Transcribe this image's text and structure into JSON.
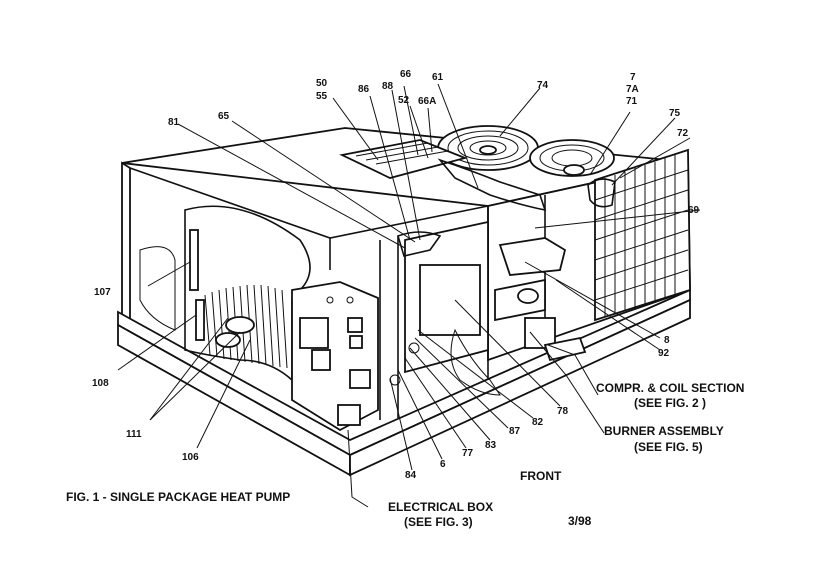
{
  "diagram": {
    "caption": "FIG. 1 - SINGLE PACKAGE HEAT PUMP",
    "front_label": "FRONT",
    "date_code": "3/98",
    "sections": {
      "compressor": [
        "COMPR. & COIL SECTION",
        "(SEE FIG. 2 )"
      ],
      "burner": [
        "BURNER ASSEMBLY",
        "(SEE FIG. 5)"
      ],
      "electrical": [
        "ELECTRICAL BOX",
        "(SEE FIG. 3)"
      ]
    },
    "callouts": [
      {
        "id": "50"
      },
      {
        "id": "55"
      },
      {
        "id": "86"
      },
      {
        "id": "88"
      },
      {
        "id": "66"
      },
      {
        "id": "52"
      },
      {
        "id": "66A"
      },
      {
        "id": "61"
      },
      {
        "id": "74"
      },
      {
        "id": "7"
      },
      {
        "id": "7A"
      },
      {
        "id": "71"
      },
      {
        "id": "75"
      },
      {
        "id": "72"
      },
      {
        "id": "81"
      },
      {
        "id": "65"
      },
      {
        "id": "69"
      },
      {
        "id": "107"
      },
      {
        "id": "8"
      },
      {
        "id": "92"
      },
      {
        "id": "108"
      },
      {
        "id": "111"
      },
      {
        "id": "106"
      },
      {
        "id": "78"
      },
      {
        "id": "82"
      },
      {
        "id": "87"
      },
      {
        "id": "83"
      },
      {
        "id": "77"
      },
      {
        "id": "6"
      },
      {
        "id": "84"
      }
    ]
  }
}
